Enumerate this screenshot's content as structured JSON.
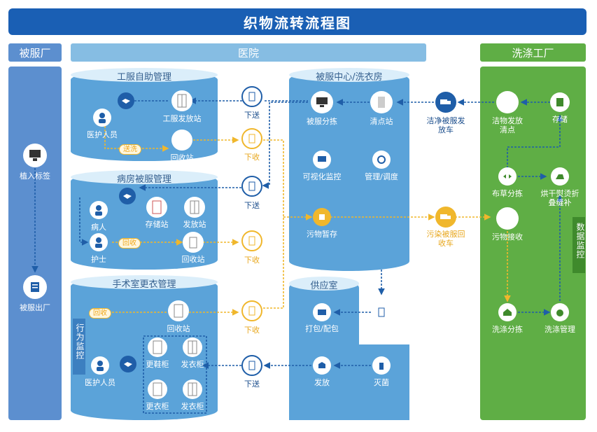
{
  "title": "织物流转流程图",
  "sections": {
    "factory": "被服厂",
    "hospital": "医院",
    "laundry": "洗涤工厂"
  },
  "factory": {
    "implant": "植入标签",
    "shipout": "被服出厂"
  },
  "hospital": {
    "staff_self": {
      "title": "工服自助管理",
      "dispatch_station": "工服发放站",
      "staff": "医护人员",
      "send_wash": "送洗",
      "return_station": "回收站"
    },
    "ward": {
      "title": "病房被服管理",
      "patient": "病人",
      "storage": "存储站",
      "dispatch": "发放站",
      "nurse": "护士",
      "recycle_tag": "回收",
      "return_station": "回收站"
    },
    "surgery": {
      "title": "手术室更衣管理",
      "recycle_tag": "回收",
      "return_station": "回收站",
      "behavior": "行为监控",
      "shoe_cabinet": "更鞋柜",
      "dispatch_cabinet_1": "发衣柜",
      "staff": "医护人员",
      "change_cabinet": "更衣柜",
      "dispatch_cabinet_2": "发衣柜"
    },
    "center": {
      "title": "被服中心/洗衣房",
      "sort": "被服分拣",
      "inventory": "清点站",
      "visual": "可视化监控",
      "manage": "管理/调度",
      "dirty_temp": "污物暂存"
    },
    "supply": {
      "title": "供应室",
      "pack": "打包/配包",
      "dispatch": "发放",
      "issue": "发放",
      "sterilize": "灭菌"
    },
    "mid_labels": {
      "down_send_1": "下送",
      "down_recv_1": "下收",
      "down_send_2": "下送",
      "down_recv_2": "下收",
      "down_recv_3": "下收",
      "down_send_3": "下送"
    }
  },
  "vehicles": {
    "clean": "洁净被服发放车",
    "dirty": "污染被服回收车"
  },
  "laundry": {
    "clean_dispatch": "洁物发放清点",
    "store": "存储",
    "cloth_sort": "布草分拣",
    "dry_iron": "烘干熨烫折叠缝补",
    "dirty_receive": "污物接收",
    "wash_sort": "洗涤分拣",
    "wash_manage": "洗涤管理",
    "data_monitor": "数据监控"
  },
  "colors": {
    "title_bg": "#1a5fb4",
    "hospital_head": "#86bde3",
    "panel": "#5ba3d9",
    "panel_light": "#8dc0e6",
    "laundry": "#5fae45",
    "factory": "#5c8fcf",
    "yellow": "#f0b72c",
    "navy": "#1f5ea8"
  }
}
